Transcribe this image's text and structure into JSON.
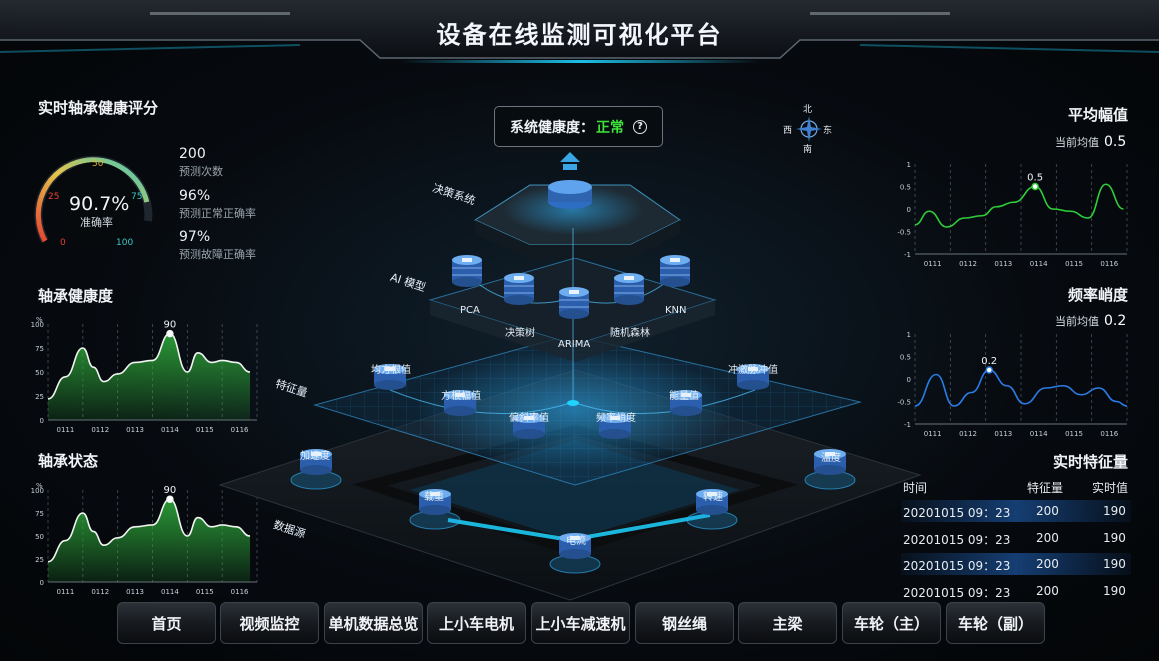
{
  "header": {
    "title": "设备在线监测可视化平台"
  },
  "score_panel": {
    "title": "实时轴承健康评分",
    "gauge": {
      "value_text": "90.7%",
      "label": "准确率",
      "ticks": [
        "0",
        "25",
        "50",
        "75",
        "100"
      ],
      "value": 90.7
    },
    "stats": [
      {
        "value": "200",
        "label": "预测次数"
      },
      {
        "value": "96%",
        "label": "预测正常正确率"
      },
      {
        "value": "97%",
        "label": "预测故障正确率"
      }
    ]
  },
  "health_panel": {
    "title": "轴承健康度"
  },
  "state_panel": {
    "title": "轴承状态"
  },
  "status": {
    "label": "系统健康度：",
    "value": "正常",
    "help": "?"
  },
  "compass": {
    "north": "北",
    "south": "南",
    "east": "东",
    "west": "西"
  },
  "layers": {
    "decision": "决策系统",
    "ai": "AI 模型",
    "feature": "特征量",
    "source": "数据源"
  },
  "ai_models": [
    "PCA",
    "决策树",
    "ARIMA",
    "随机森林",
    "KNN"
  ],
  "features": [
    "均方根值",
    "方根幅值",
    "偏斜率值",
    "频率峭度",
    "能量值",
    "冲激脉冲值"
  ],
  "sources": [
    "加速度",
    "载重",
    "电流",
    "转速",
    "温度"
  ],
  "amp_panel": {
    "title": "平均幅值",
    "current_label": "当前均值",
    "current_value": "0.5"
  },
  "freq_panel": {
    "title": "频率峭度",
    "current_label": "当前均值",
    "current_value": "0.2"
  },
  "table": {
    "title": "实时特征量",
    "columns": [
      "时间",
      "特征量",
      "实时值"
    ],
    "rows": [
      [
        "20201015  09：23",
        "200",
        "190"
      ],
      [
        "20201015  09：23",
        "200",
        "190"
      ],
      [
        "20201015  09：23",
        "200",
        "190"
      ],
      [
        "20201015  09：23",
        "200",
        "190"
      ]
    ]
  },
  "nav": [
    "首页",
    "视频监控",
    "单机数据总览",
    "上小车电机",
    "上小车减速机",
    "钢丝绳",
    "主梁",
    "车轮（主）",
    "车轮（副）"
  ],
  "colors": {
    "accent": "#1fd3ff",
    "ok": "#3ee23c",
    "green_series": "#2ecf3a",
    "blue_series": "#2a7ce6"
  },
  "chart_data": [
    {
      "type": "area",
      "title": "轴承健康度",
      "ylabel": "%",
      "categories": [
        "0111",
        "0112",
        "0113",
        "0114",
        "0115",
        "0116"
      ],
      "yticks": [
        "0",
        "25",
        "50",
        "75",
        "100"
      ],
      "ylim": [
        0,
        100
      ],
      "x": [
        0,
        0.5,
        1,
        1.3,
        1.6,
        2,
        2.5,
        3,
        3.5,
        4,
        4.3,
        4.7,
        5,
        5.4,
        5.8
      ],
      "values": [
        22,
        45,
        75,
        55,
        40,
        48,
        60,
        62,
        90,
        50,
        70,
        60,
        62,
        60,
        50
      ],
      "annotation": {
        "x": 3.5,
        "value": 90,
        "label": "90"
      },
      "grid": true
    },
    {
      "type": "area",
      "title": "轴承状态",
      "ylabel": "%",
      "categories": [
        "0111",
        "0112",
        "0113",
        "0114",
        "0115",
        "0116"
      ],
      "yticks": [
        "0",
        "25",
        "50",
        "75",
        "100"
      ],
      "ylim": [
        0,
        100
      ],
      "x": [
        0,
        0.5,
        1,
        1.3,
        1.6,
        2,
        2.5,
        3,
        3.5,
        4,
        4.3,
        4.7,
        5,
        5.4,
        5.8
      ],
      "values": [
        22,
        45,
        75,
        55,
        40,
        48,
        60,
        62,
        90,
        50,
        70,
        60,
        62,
        60,
        50
      ],
      "annotation": {
        "x": 3.5,
        "value": 90,
        "label": "90"
      },
      "grid": true
    },
    {
      "type": "line",
      "title": "平均幅值",
      "categories": [
        "0111",
        "0112",
        "0113",
        "0114",
        "0115",
        "0116"
      ],
      "yticks": [
        "-1",
        "-0.5",
        "0",
        "0.5",
        "1"
      ],
      "ylim": [
        -1,
        1
      ],
      "x": [
        0,
        0.4,
        0.9,
        1.4,
        1.9,
        2.3,
        2.8,
        3.4,
        3.9,
        4.4,
        4.9,
        5.4,
        5.9
      ],
      "values": [
        -0.35,
        -0.05,
        -0.4,
        -0.2,
        -0.15,
        0.05,
        0.15,
        0.5,
        0.0,
        -0.05,
        -0.2,
        0.55,
        0.0
      ],
      "annotation": {
        "x": 3.4,
        "value": 0.5,
        "label": "0.5"
      },
      "grid": true
    },
    {
      "type": "line",
      "title": "频率峭度",
      "categories": [
        "0111",
        "0112",
        "0113",
        "0114",
        "0115",
        "0116"
      ],
      "yticks": [
        "-1",
        "-0.5",
        "0",
        "0.5",
        "1"
      ],
      "ylim": [
        -1,
        1
      ],
      "x": [
        0,
        0.6,
        1.1,
        1.6,
        2.1,
        2.6,
        3.1,
        3.7,
        4.2,
        4.7,
        5.2,
        5.7,
        6
      ],
      "values": [
        -0.6,
        0.1,
        -0.6,
        -0.3,
        0.2,
        -0.15,
        -0.55,
        -0.2,
        -0.15,
        -0.35,
        -0.2,
        -0.5,
        -0.6
      ],
      "annotation": {
        "x": 2.1,
        "value": 0.2,
        "label": "0.2"
      },
      "grid": true
    }
  ]
}
